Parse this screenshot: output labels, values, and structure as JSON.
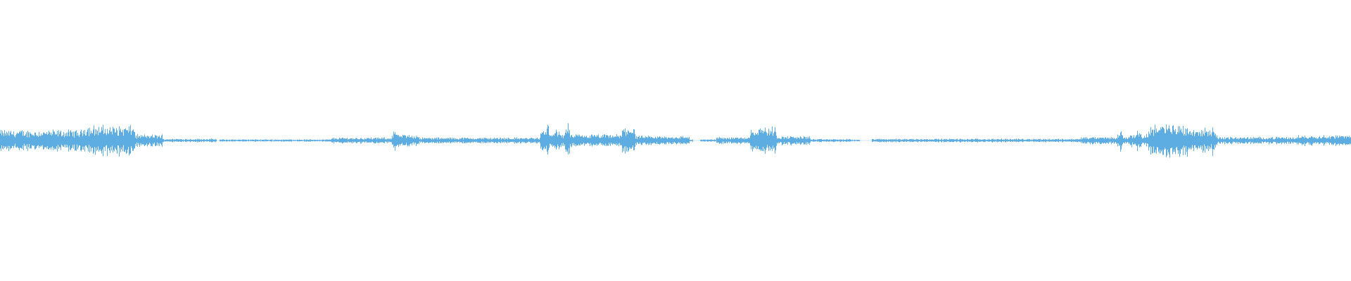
{
  "waveform": {
    "color": "#5dade2",
    "duration_fraction_segments": [
      {
        "start": 0.0,
        "end": 0.06,
        "amp": 0.035
      },
      {
        "start": 0.06,
        "end": 0.1,
        "amp": 0.05
      },
      {
        "start": 0.1,
        "end": 0.12,
        "amp": 0.02
      },
      {
        "start": 0.12,
        "end": 0.16,
        "amp": 0.006
      },
      {
        "start": 0.16,
        "end": 0.245,
        "amp": 0.004
      },
      {
        "start": 0.245,
        "end": 0.29,
        "amp": 0.01
      },
      {
        "start": 0.29,
        "end": 0.31,
        "amp": 0.02
      },
      {
        "start": 0.31,
        "end": 0.4,
        "amp": 0.01
      },
      {
        "start": 0.4,
        "end": 0.415,
        "amp": 0.035
      },
      {
        "start": 0.415,
        "end": 0.46,
        "amp": 0.02
      },
      {
        "start": 0.46,
        "end": 0.47,
        "amp": 0.045
      },
      {
        "start": 0.47,
        "end": 0.51,
        "amp": 0.015
      },
      {
        "start": 0.51,
        "end": 0.53,
        "amp": 0.004
      },
      {
        "start": 0.53,
        "end": 0.555,
        "amp": 0.012
      },
      {
        "start": 0.555,
        "end": 0.575,
        "amp": 0.045
      },
      {
        "start": 0.575,
        "end": 0.6,
        "amp": 0.015
      },
      {
        "start": 0.6,
        "end": 0.63,
        "amp": 0.005
      },
      {
        "start": 0.63,
        "end": 0.645,
        "amp": 0.003
      },
      {
        "start": 0.645,
        "end": 0.8,
        "amp": 0.006
      },
      {
        "start": 0.8,
        "end": 0.835,
        "amp": 0.012
      },
      {
        "start": 0.835,
        "end": 0.85,
        "amp": 0.02
      },
      {
        "start": 0.85,
        "end": 0.88,
        "amp": 0.055
      },
      {
        "start": 0.88,
        "end": 0.9,
        "amp": 0.04
      },
      {
        "start": 0.9,
        "end": 0.96,
        "amp": 0.012
      },
      {
        "start": 0.96,
        "end": 1.0,
        "amp": 0.018
      }
    ],
    "bumps": [
      {
        "pos": 0.292,
        "amp": 0.04
      },
      {
        "pos": 0.405,
        "amp": 0.055
      },
      {
        "pos": 0.42,
        "amp": 0.06
      },
      {
        "pos": 0.465,
        "amp": 0.06
      },
      {
        "pos": 0.563,
        "amp": 0.07
      },
      {
        "pos": 0.829,
        "amp": 0.04
      },
      {
        "pos": 0.842,
        "amp": 0.045
      },
      {
        "pos": 0.898,
        "amp": 0.055
      }
    ],
    "gaps": [
      {
        "start": 0.16,
        "end": 0.162
      },
      {
        "start": 0.513,
        "end": 0.518
      },
      {
        "start": 0.636,
        "end": 0.645
      }
    ]
  }
}
